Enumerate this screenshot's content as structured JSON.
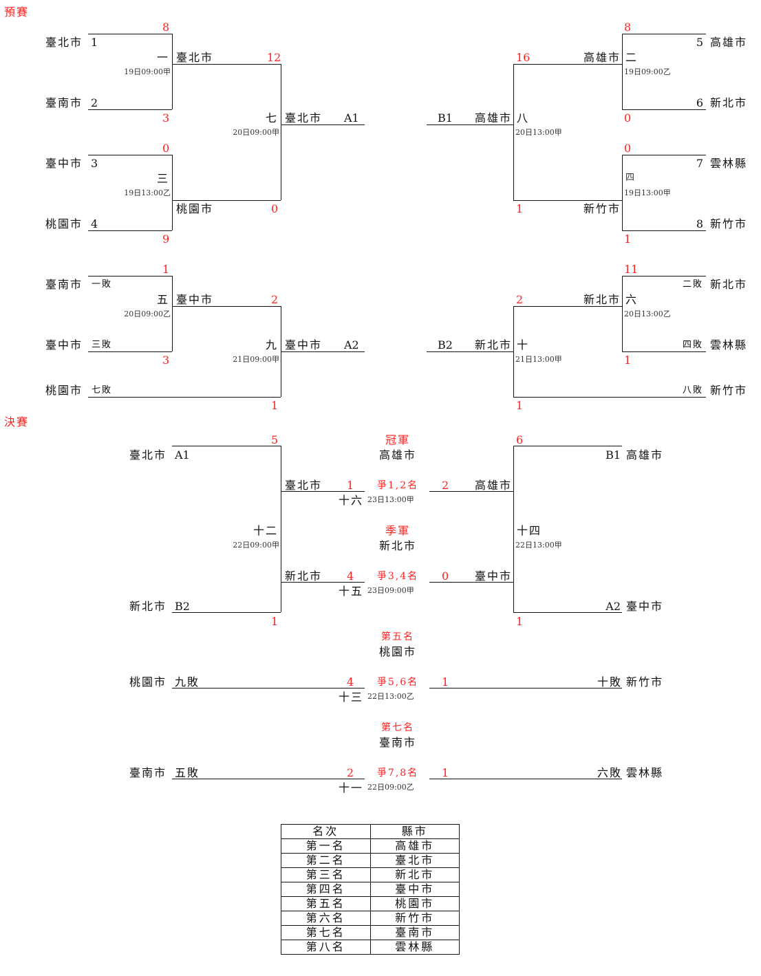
{
  "sections": {
    "prelim": "預賽",
    "final": "決賽"
  },
  "prelim": {
    "left_top": {
      "seeds": [
        {
          "team": "臺北市",
          "seed": "1"
        },
        {
          "team": "臺南市",
          "seed": "2"
        },
        {
          "team": "臺中市",
          "seed": "3"
        },
        {
          "team": "桃園市",
          "seed": "4"
        }
      ],
      "g1": {
        "no": "一",
        "time": "19日09:00甲",
        "score_top": "8",
        "score_bottom": "3",
        "winner": "臺北市"
      },
      "g3": {
        "no": "三",
        "time": "19日13:00乙",
        "score_top": "0",
        "score_bottom": "9",
        "winner": "桃園市"
      },
      "g7": {
        "no": "七",
        "time": "20日09:00甲",
        "score_top": "12",
        "score_bottom": "0",
        "winner": "臺北市",
        "slot": "A1"
      }
    },
    "right_top": {
      "seeds": [
        {
          "team": "高雄市",
          "seed": "5"
        },
        {
          "team": "新北市",
          "seed": "6"
        },
        {
          "team": "雲林縣",
          "seed": "7"
        },
        {
          "team": "新竹市",
          "seed": "8"
        }
      ],
      "g2": {
        "no": "二",
        "time": "19日09:00乙",
        "score_top": "8",
        "score_bottom": "0",
        "winner": "高雄市"
      },
      "g4": {
        "no": "四",
        "time": "19日13:00甲",
        "score_top": "0",
        "score_bottom": "1",
        "winner": "新竹市"
      },
      "g8": {
        "no": "八",
        "time": "20日13:00甲",
        "score_top": "16",
        "score_bottom": "1",
        "winner": "高雄市",
        "slot": "B1"
      }
    },
    "left_bottom": {
      "entries": [
        {
          "team": "臺南市",
          "from": "一敗"
        },
        {
          "team": "臺中市",
          "from": "三敗"
        },
        {
          "team": "桃園市",
          "from": "七敗"
        }
      ],
      "g5": {
        "no": "五",
        "time": "20日09:00乙",
        "score_top": "1",
        "score_bottom": "3",
        "winner": "臺中市"
      },
      "g9": {
        "no": "九",
        "time": "21日09:00甲",
        "score_top": "2",
        "score_bottom": "1",
        "winner": "臺中市",
        "slot": "A2"
      }
    },
    "right_bottom": {
      "entries": [
        {
          "team": "新北市",
          "from": "二敗"
        },
        {
          "team": "雲林縣",
          "from": "四敗"
        },
        {
          "team": "新竹市",
          "from": "八敗"
        }
      ],
      "g6": {
        "no": "六",
        "time": "20日13:00乙",
        "score_top": "11",
        "score_bottom": "1",
        "winner": "新北市"
      },
      "g10": {
        "no": "十",
        "time": "21日13:00甲",
        "score_top": "2",
        "score_bottom": "1",
        "winner": "新北市",
        "slot": "B2"
      }
    }
  },
  "final": {
    "left": {
      "top": {
        "team": "臺北市",
        "slot": "A1"
      },
      "bottom": {
        "team": "新北市",
        "slot": "B2"
      },
      "g12": {
        "no": "十二",
        "time": "22日09:00甲",
        "score_top": "5",
        "score_bottom": "1"
      }
    },
    "right": {
      "top": {
        "team": "高雄市",
        "slot": "B1"
      },
      "bottom": {
        "team": "臺中市",
        "slot": "A2"
      },
      "g14": {
        "no": "十四",
        "time": "22日13:00甲",
        "score_top": "6",
        "score_bottom": "1"
      }
    },
    "g16": {
      "no": "十六",
      "time": "23日13:00甲",
      "label": "爭1,2名",
      "left_team": "臺北市",
      "left_score": "1",
      "right_team": "高雄市",
      "right_score": "2",
      "title": "冠軍",
      "result": "高雄市"
    },
    "g15": {
      "no": "十五",
      "time": "23日09:00甲",
      "label": "爭3,4名",
      "left_team": "新北市",
      "left_score": "4",
      "right_team": "臺中市",
      "right_score": "0",
      "title": "季軍",
      "result": "新北市"
    },
    "g13": {
      "no": "十三",
      "time": "22日13:00乙",
      "label": "爭5,6名",
      "left_team": "桃園市",
      "left_from": "九敗",
      "left_score": "4",
      "right_team": "新竹市",
      "right_from": "十敗",
      "right_score": "1",
      "title": "第五名",
      "result": "桃園市"
    },
    "g11": {
      "no": "十一",
      "time": "22日09:00乙",
      "label": "爭7,8名",
      "left_team": "臺南市",
      "left_from": "五敗",
      "left_score": "2",
      "right_team": "雲林縣",
      "right_from": "六敗",
      "right_score": "1",
      "title": "第七名",
      "result": "臺南市"
    }
  },
  "ranking": {
    "headers": [
      "名次",
      "縣市"
    ],
    "rows": [
      [
        "第一名",
        "高雄市"
      ],
      [
        "第二名",
        "臺北市"
      ],
      [
        "第三名",
        "新北市"
      ],
      [
        "第四名",
        "臺中市"
      ],
      [
        "第五名",
        "桃園市"
      ],
      [
        "第六名",
        "新竹市"
      ],
      [
        "第七名",
        "臺南市"
      ],
      [
        "第八名",
        "雲林縣"
      ]
    ]
  },
  "colors": {
    "score": "#ff2020",
    "line": "#111111"
  }
}
